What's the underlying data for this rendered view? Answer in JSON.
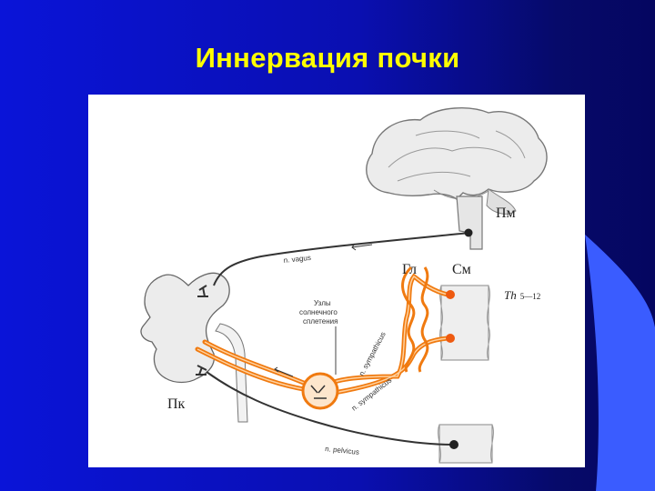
{
  "slide": {
    "title": "Иннервация почки",
    "colors": {
      "background": "#0a14d8",
      "accent": "#3a5cff",
      "title": "#ffff00",
      "nerve": "#f07a10"
    }
  },
  "diagram": {
    "labels": {
      "medulla": "Пм",
      "ganglion": "Гл",
      "spinal_cord": "См",
      "thoracic": "Th",
      "thoracic_segments": "5—12",
      "kidney": "Пк",
      "vagus": "n. vagus",
      "sympathicus_1": "n. sympathicus",
      "sympathicus_2": "n. sympathicus",
      "pelvicus": "n. pelvicus",
      "plexus_line1": "Узлы",
      "plexus_line2": "солнечного",
      "plexus_line3": "сплетения"
    }
  }
}
